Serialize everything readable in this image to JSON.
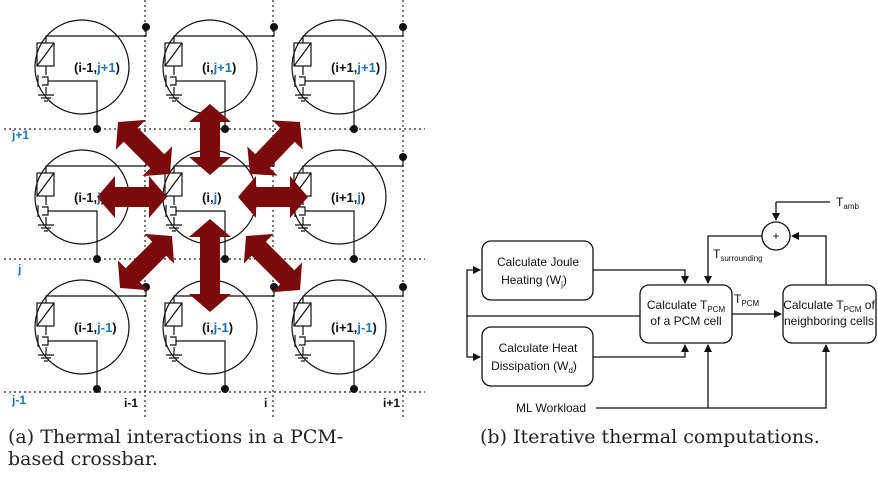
{
  "panel_a": {
    "cells": [
      {
        "left": "(i-1,",
        "right": "j+1",
        "right_color": "blue"
      },
      {
        "left": "(i,",
        "right": "j+1",
        "right_color": "blue"
      },
      {
        "left": "(i+1,",
        "right": "j+1",
        "right_color": "blue"
      },
      {
        "left": "(i-1,",
        "right": "j",
        "right_color": "blue"
      },
      {
        "left": "(i,",
        "right": "j",
        "right_color": "blue"
      },
      {
        "left": "(i+1,",
        "right": "j",
        "right_color": "blue"
      },
      {
        "left": "(i-1,",
        "right": "j-1",
        "right_color": "blue"
      },
      {
        "left": "(i,",
        "right": "j-1",
        "right_color": "blue"
      },
      {
        "left": "(i+1,",
        "right": "j-1",
        "right_color": "blue"
      }
    ],
    "row_labels": [
      "j+1",
      "j",
      "j-1"
    ],
    "col_labels": [
      "i-1",
      "i",
      "i+1"
    ],
    "caption_line1": "(a)  Thermal interactions in a PCM-",
    "caption_line2": "based crossbar."
  },
  "panel_b": {
    "joule_line1": "Calculate Joule",
    "joule_line2": "Heating (W",
    "joule_sub": "j",
    "heat_line1": "Calculate Heat",
    "heat_line2": "Dissipation (W",
    "heat_sub": "d",
    "center_line1": "Calculate T",
    "center_sub": "PCM",
    "center_line2": "of a PCM cell",
    "right_line1": "Calculate T",
    "right_sub": "PCM",
    "right_line1_tail": " of",
    "right_line2": "neighboring cells",
    "tamb": "T",
    "tamb_sub": "amb",
    "tsurr": "T",
    "tsurr_sub": "surrounding",
    "tpcm": "T",
    "tpcm_sub": "PCM",
    "plus": "+",
    "workload": "ML Workload",
    "caption": "(b)  Iterative thermal computations."
  },
  "colors": {
    "arrow": "#7b0a0a",
    "blue_label": "#1f73b7"
  }
}
